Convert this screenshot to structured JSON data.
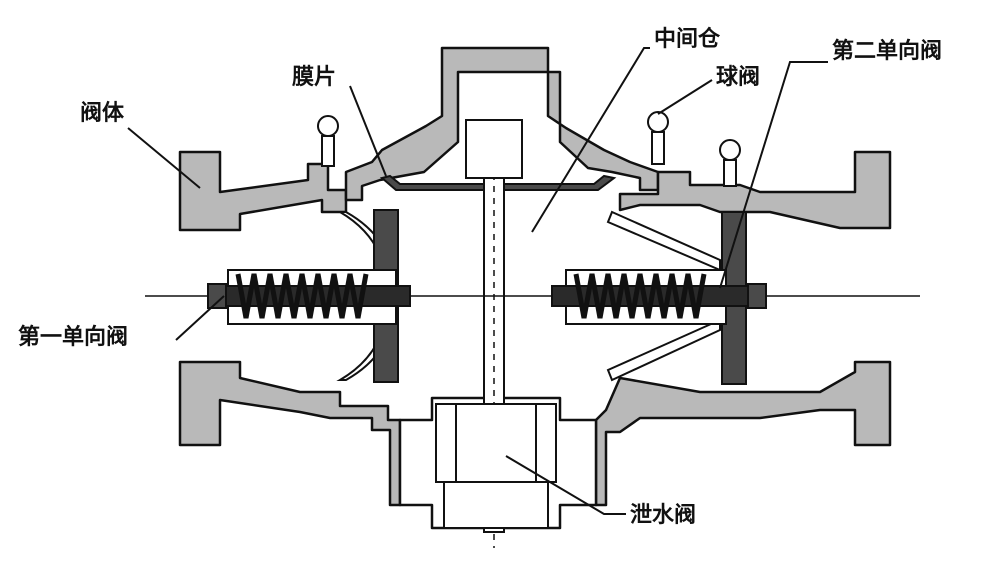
{
  "labels": {
    "valve_body": "阀体",
    "diaphragm": "膜片",
    "middle_chamber": "中间仓",
    "ball_valve": "球阀",
    "second_check_valve": "第二单向阀",
    "first_check_valve": "第一单向阀",
    "drain_valve": "泄水阀"
  },
  "colors": {
    "metal": "#b9b9b9",
    "outline": "#111111",
    "dark_part": "#4a4a4a",
    "spring": "#2a2a2a",
    "background": "#ffffff"
  }
}
